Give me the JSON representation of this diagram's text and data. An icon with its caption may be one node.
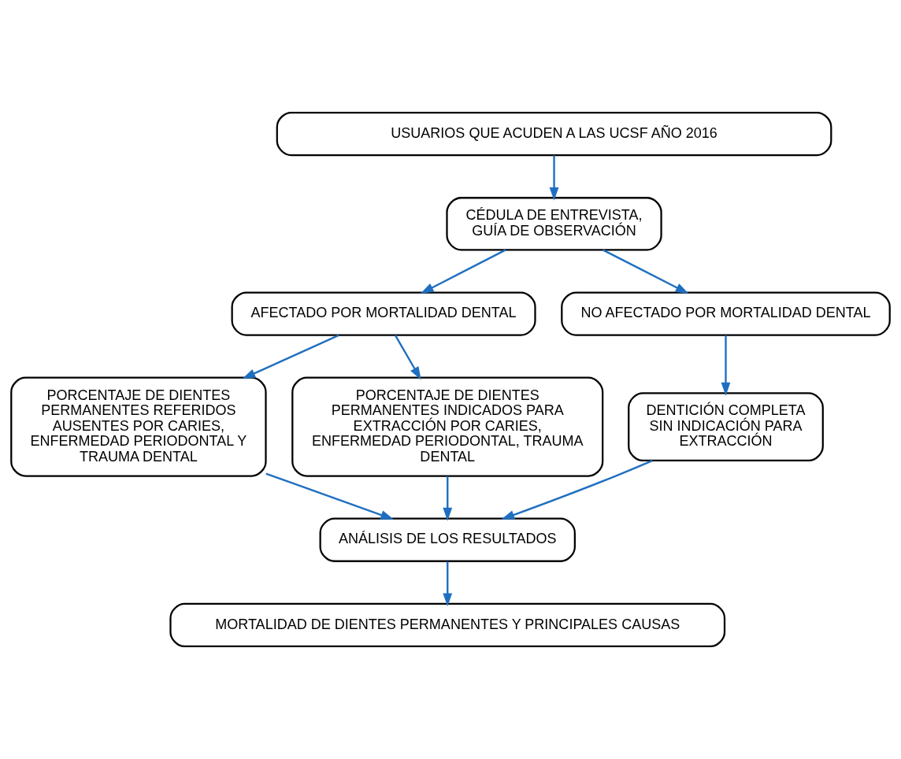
{
  "diagram": {
    "nodes": [
      {
        "text": [
          "USUARIOS QUE ACUDEN A LAS UCSF AÑO 2016"
        ]
      },
      {
        "text": [
          "CÉDULA DE ENTREVISTA, GUÍA DE OBSERVACIÓN"
        ]
      },
      {
        "text": [
          "AFECTADO POR MORTALIDAD DENTAL"
        ]
      },
      {
        "text": [
          "NO AFECTADO POR MORTALIDAD DENTAL"
        ]
      },
      {
        "text": [
          "PORCENTAJE DE DIENTES PERMANENTES REFERIDOS AUSENTES POR CARIES, ENFERMEDAD PERIODONTAL Y TRAUMA DENTAL"
        ]
      },
      {
        "text": [
          "PORCENTAJE DE DIENTES PERMANENTES INDICADOS PARA EXTRACCIÓN POR CARIES, ENFERMEDAD PERIODONTAL, TRAUMA DENTAL"
        ]
      },
      {
        "text": [
          "DENTICIÓN COMPLETA SIN INDICACIÓN PARA EXTRACCIÓN"
        ]
      },
      {
        "text": [
          "ANÁLISIS DE LOS RESULTADOS"
        ]
      },
      {
        "text": [
          "MORTALIDAD DE DIENTES PERMANENTES Y PRINCIPALES CAUSAS"
        ]
      }
    ],
    "edges": [
      {
        "from": 0,
        "to": 1,
        "arrow": "to"
      },
      {
        "from": 1,
        "to": 2,
        "arrow": "to"
      },
      {
        "from": 1,
        "to": 3,
        "arrow": "to"
      },
      {
        "from": 2,
        "to": 4,
        "arrow": "to"
      },
      {
        "from": 2,
        "to": 5,
        "arrow": "to"
      },
      {
        "from": 3,
        "to": 6,
        "arrow": "to"
      },
      {
        "from": 4,
        "to": 7,
        "arrow": "to"
      },
      {
        "from": 5,
        "to": 7,
        "arrow": "to"
      },
      {
        "from": 6,
        "to": 7,
        "arrow": "to"
      },
      {
        "from": 7,
        "to": 8,
        "arrow": "to"
      }
    ]
  }
}
